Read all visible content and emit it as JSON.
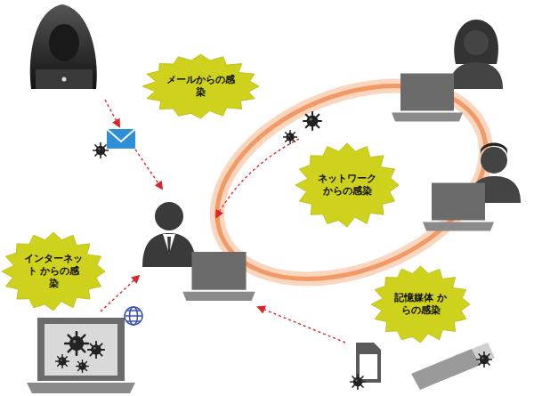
{
  "diagram": {
    "nodes": [
      {
        "text": [
          "メールからの感染"
        ]
      },
      {
        "text": [
          "ネットワーク からの感染"
        ]
      },
      {
        "text": [
          "インターネット からの感染"
        ]
      },
      {
        "text": [
          "記憶媒体 からの感染"
        ]
      }
    ]
  }
}
